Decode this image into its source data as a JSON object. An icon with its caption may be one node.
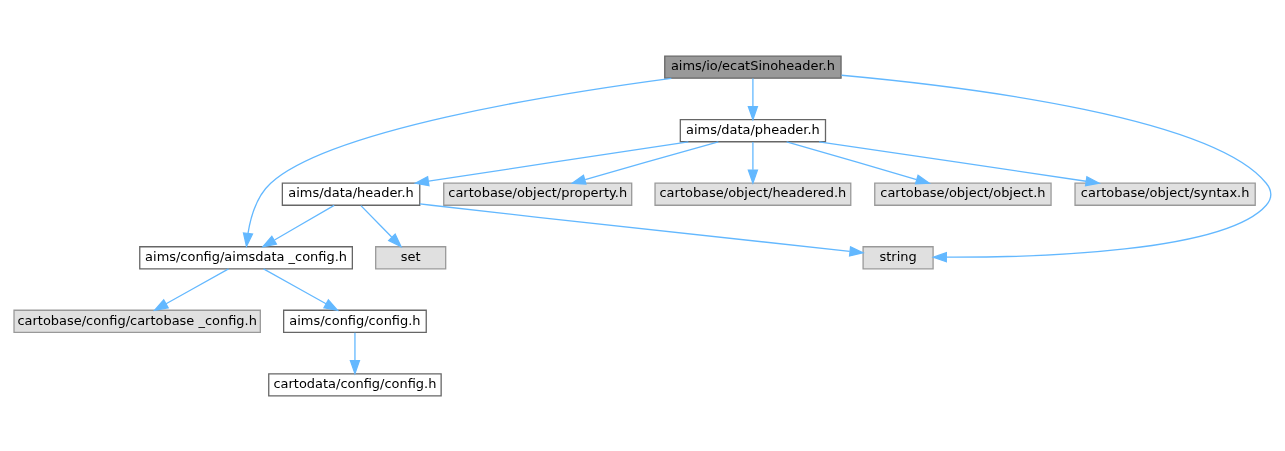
{
  "diagram": {
    "nodes": [
      {
        "text": [
          "aims/io/ecatSinoheader.h"
        ]
      },
      {
        "text": [
          "aims/data/pheader.h"
        ]
      },
      {
        "text": [
          "aims/data/header.h"
        ]
      },
      {
        "text": [
          "cartobase/object/syntax.h"
        ]
      },
      {
        "text": [
          "cartobase/object/property.h"
        ]
      },
      {
        "text": [
          "cartobase/object/headered.h"
        ]
      },
      {
        "text": [
          "cartobase/object/object.h"
        ]
      },
      {
        "text": [
          "aims/config/aimsdata _config.h"
        ]
      },
      {
        "text": [
          "set"
        ]
      },
      {
        "text": [
          "string"
        ]
      },
      {
        "text": [
          "cartobase/config/cartobase _config.h"
        ]
      },
      {
        "text": [
          "aims/config/config.h"
        ]
      },
      {
        "text": [
          "cartodata/config/config.h"
        ]
      }
    ],
    "edges": [
      {
        "from": 0,
        "to": 7,
        "arrow": "to"
      },
      {
        "from": 0,
        "to": 1,
        "arrow": "to"
      },
      {
        "from": 0,
        "to": 9,
        "arrow": "to"
      },
      {
        "from": 1,
        "to": 2,
        "arrow": "to"
      },
      {
        "from": 1,
        "to": 3,
        "arrow": "to"
      },
      {
        "from": 1,
        "to": 4,
        "arrow": "to"
      },
      {
        "from": 1,
        "to": 5,
        "arrow": "to"
      },
      {
        "from": 1,
        "to": 6,
        "arrow": "to"
      },
      {
        "from": 2,
        "to": 7,
        "arrow": "to"
      },
      {
        "from": 2,
        "to": 8,
        "arrow": "to"
      },
      {
        "from": 2,
        "to": 9,
        "arrow": "to"
      },
      {
        "from": 7,
        "to": 10,
        "arrow": "to"
      },
      {
        "from": 7,
        "to": 11,
        "arrow": "to"
      },
      {
        "from": 11,
        "to": 12,
        "arrow": "to"
      }
    ]
  }
}
